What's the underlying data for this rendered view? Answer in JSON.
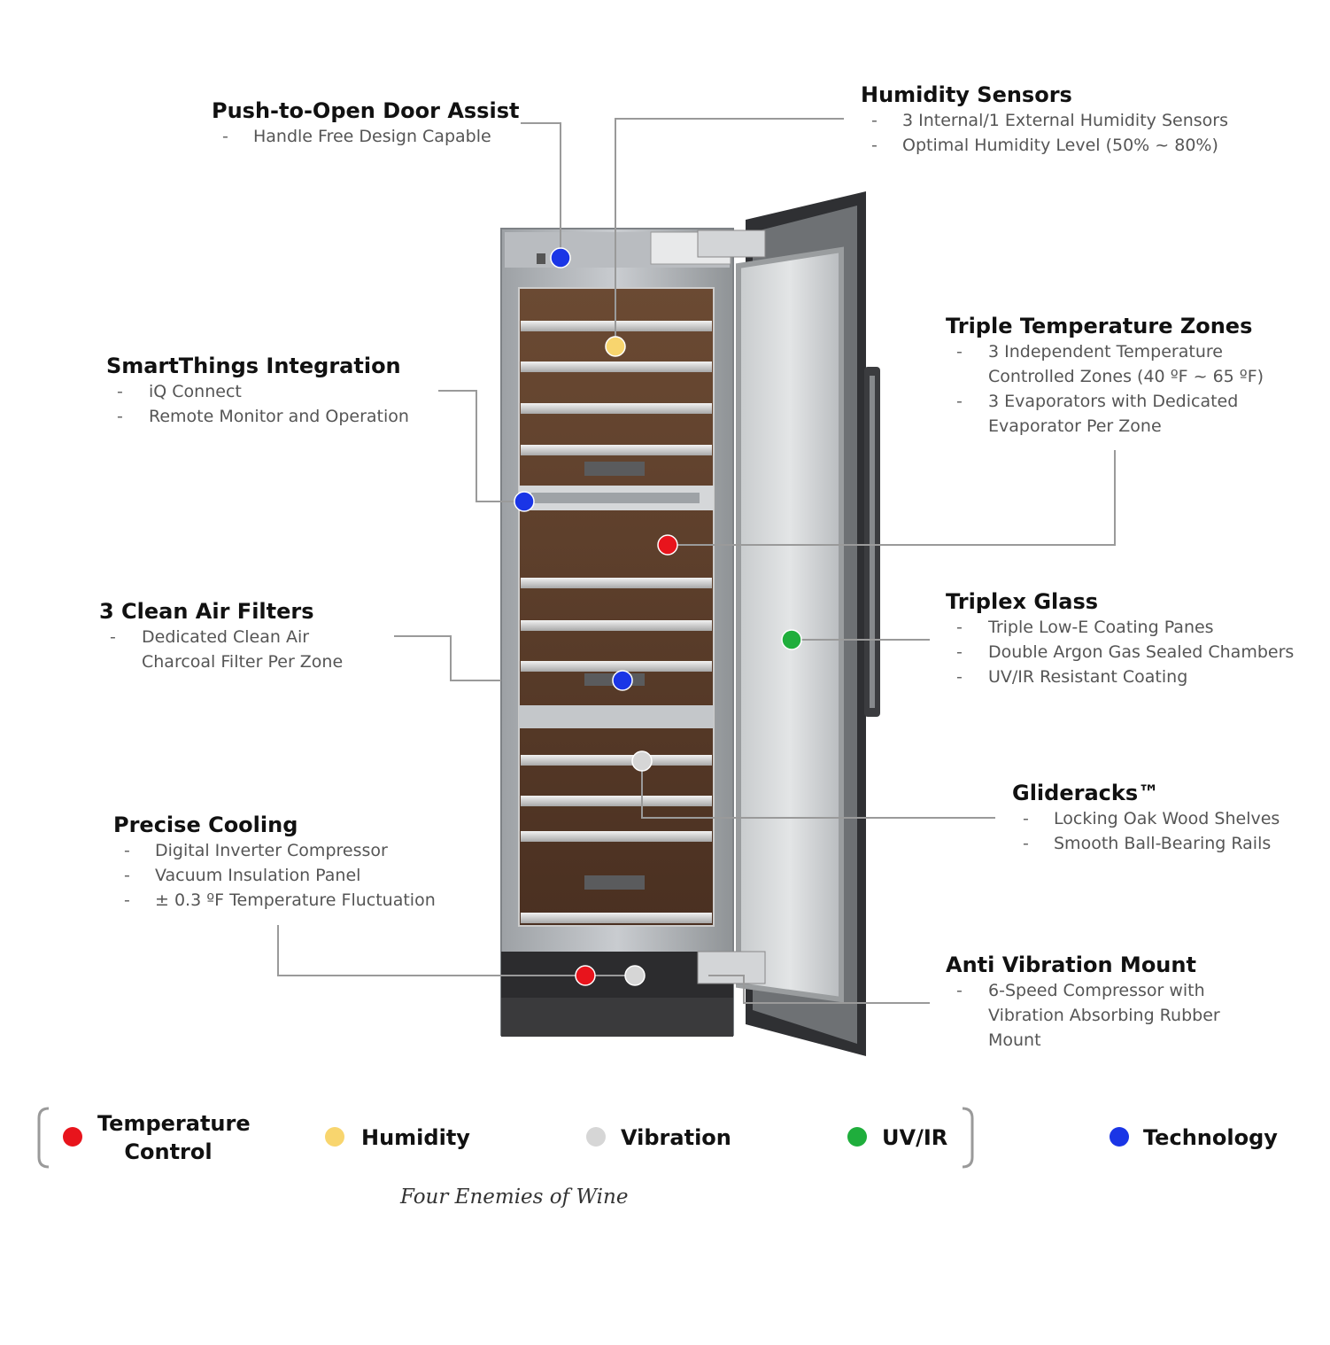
{
  "features": {
    "push_to_open": {
      "title": "Push-to-Open Door Assist",
      "items": [
        "Handle Free Design Capable"
      ]
    },
    "humidity_sensors": {
      "title": "Humidity Sensors",
      "items": [
        "3 Internal/1 External Humidity Sensors",
        "Optimal Humidity Level (50% ~ 80%)"
      ]
    },
    "smartthings": {
      "title": "SmartThings Integration",
      "items": [
        "iQ Connect",
        "Remote Monitor and Operation"
      ]
    },
    "triple_zones": {
      "title": "Triple Temperature Zones",
      "items": [
        "3 Independent Temperature",
        "Controlled Zones (40 ºF ~ 65 ºF)",
        "3 Evaporators with Dedicated",
        "Evaporator Per Zone"
      ]
    },
    "air_filters": {
      "title": "3 Clean Air Filters",
      "items": [
        "Dedicated Clean Air",
        "Charcoal Filter Per Zone"
      ]
    },
    "triplex_glass": {
      "title": "Triplex Glass",
      "items": [
        "Triple Low-E Coating Panes",
        "Double Argon Gas Sealed Chambers",
        "UV/IR Resistant Coating"
      ]
    },
    "gliderack": {
      "title": "Glideracks™",
      "items": [
        "Locking Oak Wood Shelves",
        "Smooth Ball-Bearing Rails"
      ]
    },
    "precise_cooling": {
      "title": "Precise Cooling",
      "items": [
        "Digital Inverter Compressor",
        "Vacuum Insulation Panel",
        "± 0.3 ºF Temperature Fluctuation"
      ]
    },
    "anti_vibration": {
      "title": "Anti Vibration Mount",
      "items": [
        "6-Speed Compressor with",
        "Vibration Absorbing Rubber",
        "Mount"
      ]
    },
    "bullet": "-"
  },
  "legend": {
    "temperature": {
      "line1": "Temperature",
      "line2": "Control",
      "color": "#e8141c"
    },
    "humidity": {
      "label": "Humidity",
      "color": "#f8d56e"
    },
    "vibration": {
      "label": "Vibration",
      "color": "#d6d6d6"
    },
    "uvir": {
      "label": "UV/IR",
      "color": "#1fae3c"
    },
    "technology": {
      "label": "Technology",
      "color": "#1a35e6"
    },
    "caption": "Four Enemies of Wine"
  },
  "markers": [
    {
      "type": "technology",
      "icon": "technology-dot-icon"
    },
    {
      "type": "humidity",
      "icon": "humidity-dot-icon"
    },
    {
      "type": "technology",
      "icon": "technology-dot-icon"
    },
    {
      "type": "temperature",
      "icon": "temperature-dot-icon"
    },
    {
      "type": "uvir",
      "icon": "uvir-dot-icon"
    },
    {
      "type": "technology",
      "icon": "technology-dot-icon"
    },
    {
      "type": "vibration",
      "icon": "vibration-dot-icon"
    },
    {
      "type": "temperature",
      "icon": "temperature-dot-icon"
    },
    {
      "type": "vibration",
      "icon": "vibration-dot-icon"
    }
  ]
}
